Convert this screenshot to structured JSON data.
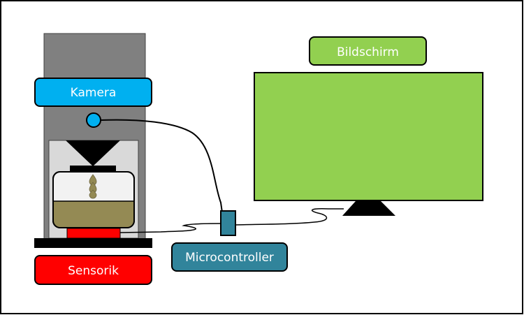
{
  "diagram": {
    "labels": {
      "camera": "Kamera",
      "sensor": "Sensorik",
      "microcontroller": "Microcontroller",
      "screen": "Bildschirm"
    },
    "colors": {
      "camera": "#00b0f0",
      "sensor": "#ff0000",
      "microcontroller": "#31849b",
      "screen": "#92d050",
      "housing": "#808080",
      "chamber": "#d9d9d9",
      "container": "#f2f2f2",
      "liquid": "#948a54",
      "outline": "#000000"
    },
    "connections": [
      {
        "from": "Kamera",
        "to": "Microcontroller"
      },
      {
        "from": "Sensorik",
        "to": "Microcontroller"
      },
      {
        "from": "Microcontroller",
        "to": "Bildschirm"
      }
    ]
  }
}
